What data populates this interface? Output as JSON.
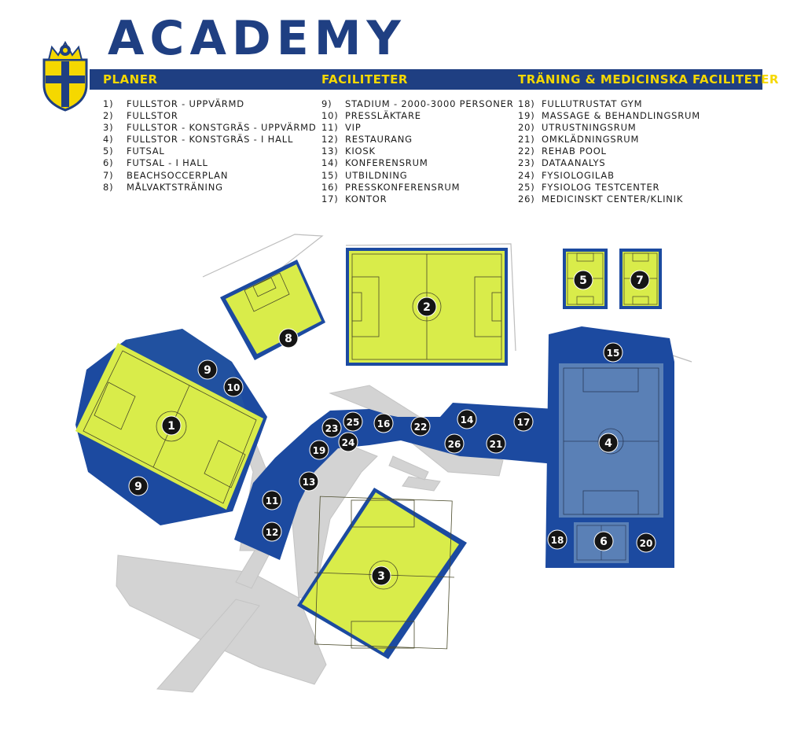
{
  "header": {
    "title": "ACADEMY"
  },
  "columns": [
    {
      "heading": "PLANER",
      "items": [
        {
          "num": "1)",
          "label": "FULLSTOR - UPPVÄRMD"
        },
        {
          "num": "2)",
          "label": "FULLSTOR"
        },
        {
          "num": "3)",
          "label": "FULLSTOR - KONSTGRÄS - UPPVÄRMD"
        },
        {
          "num": "4)",
          "label": "FULLSTOR - KONSTGRÄS - I HALL"
        },
        {
          "num": "5)",
          "label": "FUTSAL"
        },
        {
          "num": "6)",
          "label": "FUTSAL - I HALL"
        },
        {
          "num": "7)",
          "label": "BEACHSOCCERPLAN"
        },
        {
          "num": "8)",
          "label": "MÅLVAKTSTRÄNING"
        }
      ]
    },
    {
      "heading": "FACILITETER",
      "items": [
        {
          "num": "9)",
          "label": "STADIUM - 2000-3000 PERSONER"
        },
        {
          "num": "10)",
          "label": "PRESSLÄKTARE"
        },
        {
          "num": "11)",
          "label": "VIP"
        },
        {
          "num": "12)",
          "label": "RESTAURANG"
        },
        {
          "num": "13)",
          "label": "KIOSK"
        },
        {
          "num": "14)",
          "label": "KONFERENSRUM"
        },
        {
          "num": "15)",
          "label": "UTBILDNING"
        },
        {
          "num": "16)",
          "label": "PRESSKONFERENSRUM"
        },
        {
          "num": "17)",
          "label": "KONTOR"
        }
      ]
    },
    {
      "heading": "TRÄNING & MEDICINSKA FACILITETER",
      "items": [
        {
          "num": "18)",
          "label": "FULLUTRUSTAT GYM"
        },
        {
          "num": "19)",
          "label": "MASSAGE & BEHANDLINGSRUM"
        },
        {
          "num": "20)",
          "label": "UTRUSTNINGSRUM"
        },
        {
          "num": "21)",
          "label": "OMKLÄDNINGSRUM"
        },
        {
          "num": "22)",
          "label": "REHAB POOL"
        },
        {
          "num": "23)",
          "label": "DATAANALYS"
        },
        {
          "num": "24)",
          "label": "FYSIOLOGILAB"
        },
        {
          "num": "25)",
          "label": "FYSIOLOG TESTCENTER"
        },
        {
          "num": "26)",
          "label": "MEDICINSKT CENTER/KLINIK"
        }
      ]
    }
  ],
  "map": {
    "markers": [
      "1",
      "2",
      "3",
      "4",
      "5",
      "6",
      "7",
      "8",
      "9",
      "9",
      "10",
      "11",
      "12",
      "13",
      "14",
      "15",
      "16",
      "17",
      "18",
      "19",
      "20",
      "21",
      "22",
      "23",
      "24",
      "25",
      "26"
    ]
  },
  "colors": {
    "brand_blue": "#1f3f82",
    "building_blue": "#1c4aa0",
    "pitch_yellow": "#d9ec4a",
    "indoor_pitch": "#5a80b6",
    "heading_yellow": "#f5d800",
    "ground_grey": "#cfcfcf",
    "marker": "#151515"
  }
}
